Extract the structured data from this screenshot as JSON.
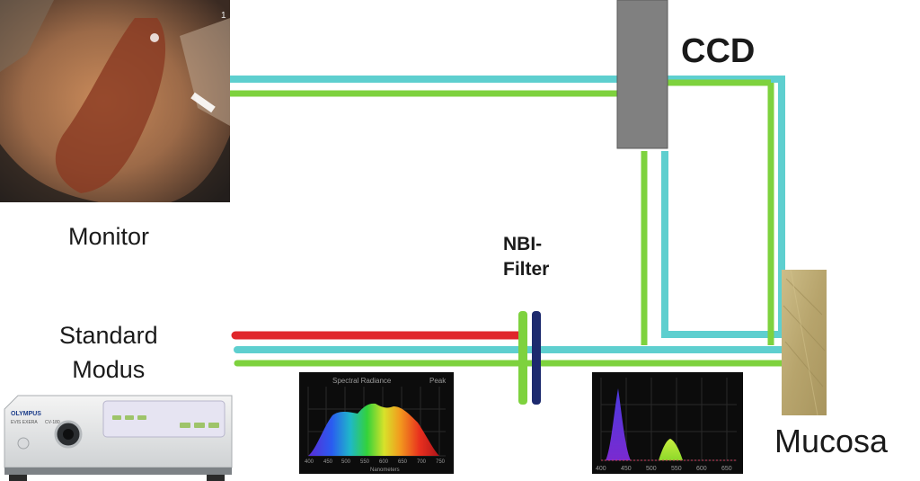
{
  "labels": {
    "monitor": "Monitor",
    "standard_line1": "Standard",
    "standard_line2": "Modus",
    "ccd": "CCD",
    "nbi_line1": "NBI-",
    "nbi_line2": "Filter",
    "mucosa": "Mucosa",
    "monitor_corner": "1"
  },
  "processor": {
    "brand": "OLYMPUS",
    "model": "EVIS EXERA",
    "sub": "CV-180"
  },
  "spectrum_left": {
    "title": "Spectral Radiance",
    "title_right": "Peak",
    "xaxis": "Nanometers",
    "ticks": [
      "400",
      "450",
      "500",
      "550",
      "600",
      "650",
      "700",
      "750"
    ]
  },
  "spectrum_right": {
    "ticks": [
      "400",
      "450",
      "500",
      "550",
      "600",
      "650"
    ]
  },
  "colors": {
    "cyan": "#5ecfcf",
    "green": "#7ed23e",
    "red": "#e0262b",
    "navy": "#1d2a6e",
    "ccd": "#808080",
    "mucosa": "#c2b07a"
  }
}
